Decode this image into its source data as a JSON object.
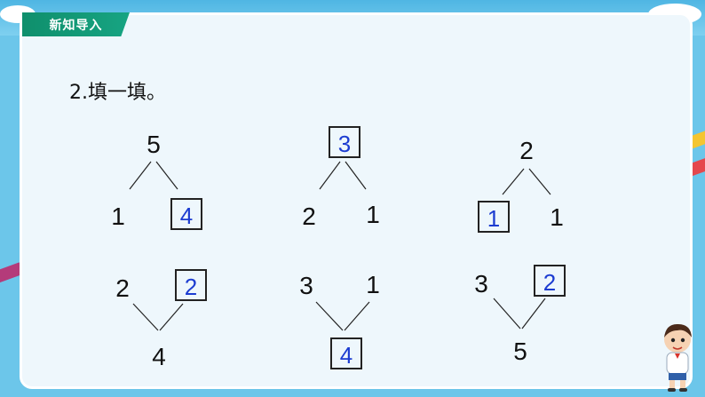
{
  "banner": {
    "title": "新知导入"
  },
  "exercise": {
    "title": "2.填一填。"
  },
  "trees": [
    {
      "top": "5",
      "left": "1",
      "right": "4"
    },
    {
      "top": "3",
      "left": "2",
      "right": "1"
    },
    {
      "top": "2",
      "left": "1",
      "right": "1"
    }
  ],
  "vees": [
    {
      "left": "2",
      "right": "2",
      "bottom": "4"
    },
    {
      "left": "3",
      "right": "1",
      "bottom": "4"
    },
    {
      "left": "3",
      "right": "2",
      "bottom": "5"
    }
  ],
  "colors": {
    "answer": "#1c3cd1",
    "banner": "#129a77",
    "panel": "#eef7fc"
  }
}
